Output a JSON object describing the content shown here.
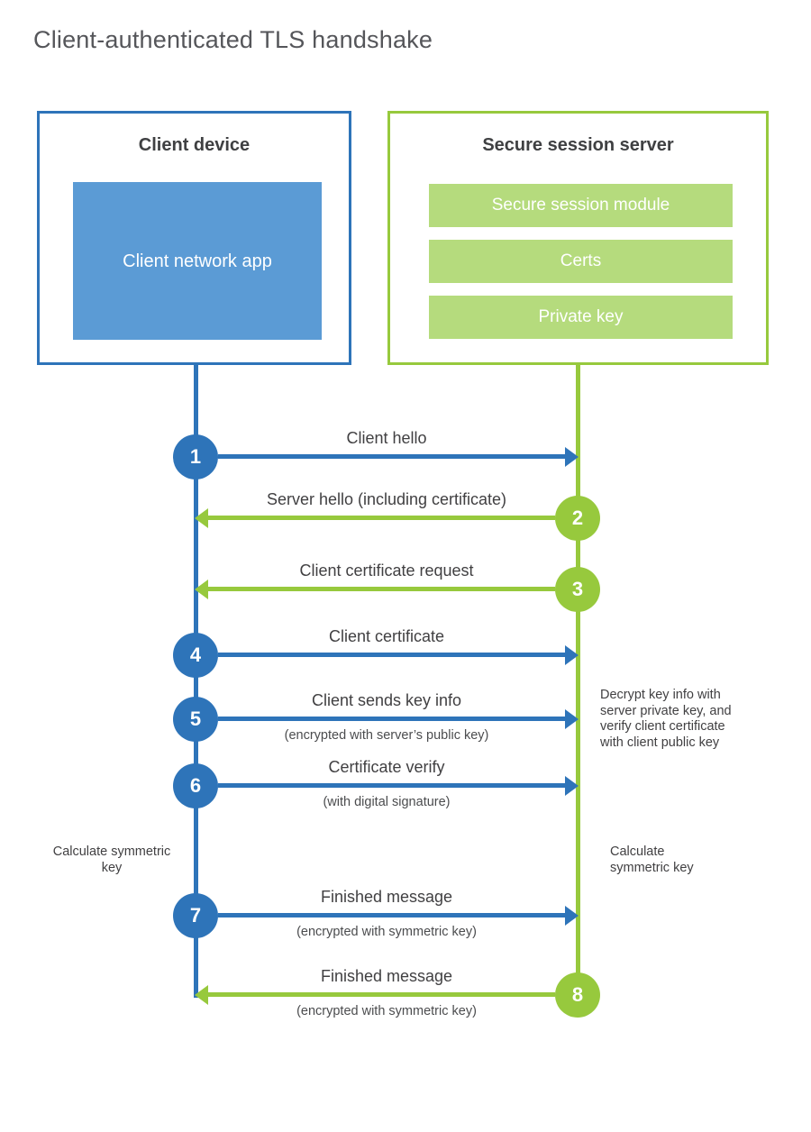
{
  "title": "Client-authenticated TLS handshake",
  "colors": {
    "client_accent": "#2e74b9",
    "client_fill": "#5b9bd5",
    "server_accent": "#97c93d",
    "server_fill": "#b5db7d",
    "text_dark": "#414042",
    "title_gray": "#55565a"
  },
  "client_box": {
    "title": "Client device",
    "app_label": "Client network app"
  },
  "server_box": {
    "title": "Secure session server",
    "modules": [
      "Secure session module",
      "Certs",
      "Private key"
    ]
  },
  "steps": [
    {
      "num": "1",
      "from": "client",
      "direction": "right",
      "label": "Client hello",
      "sublabel": ""
    },
    {
      "num": "2",
      "from": "server",
      "direction": "left",
      "label": "Server hello (including certificate)",
      "sublabel": ""
    },
    {
      "num": "3",
      "from": "server",
      "direction": "left",
      "label": "Client certificate request",
      "sublabel": ""
    },
    {
      "num": "4",
      "from": "client",
      "direction": "right",
      "label": "Client certificate",
      "sublabel": ""
    },
    {
      "num": "5",
      "from": "client",
      "direction": "right",
      "label": "Client sends key info",
      "sublabel": "(encrypted with server’s public key)"
    },
    {
      "num": "6",
      "from": "client",
      "direction": "right",
      "label": "Certificate verify",
      "sublabel": "(with digital signature)"
    },
    {
      "num": "7",
      "from": "client",
      "direction": "right",
      "label": "Finished message",
      "sublabel": "(encrypted with symmetric key)"
    },
    {
      "num": "8",
      "from": "server",
      "direction": "left",
      "label": "Finished message",
      "sublabel": "(encrypted with symmetric key)"
    }
  ],
  "notes": {
    "decrypt": "Decrypt key info with server private key, and verify client certificate with client public key",
    "calc_left": "Calculate symmetric key",
    "calc_right": "Calculate symmetric key"
  }
}
